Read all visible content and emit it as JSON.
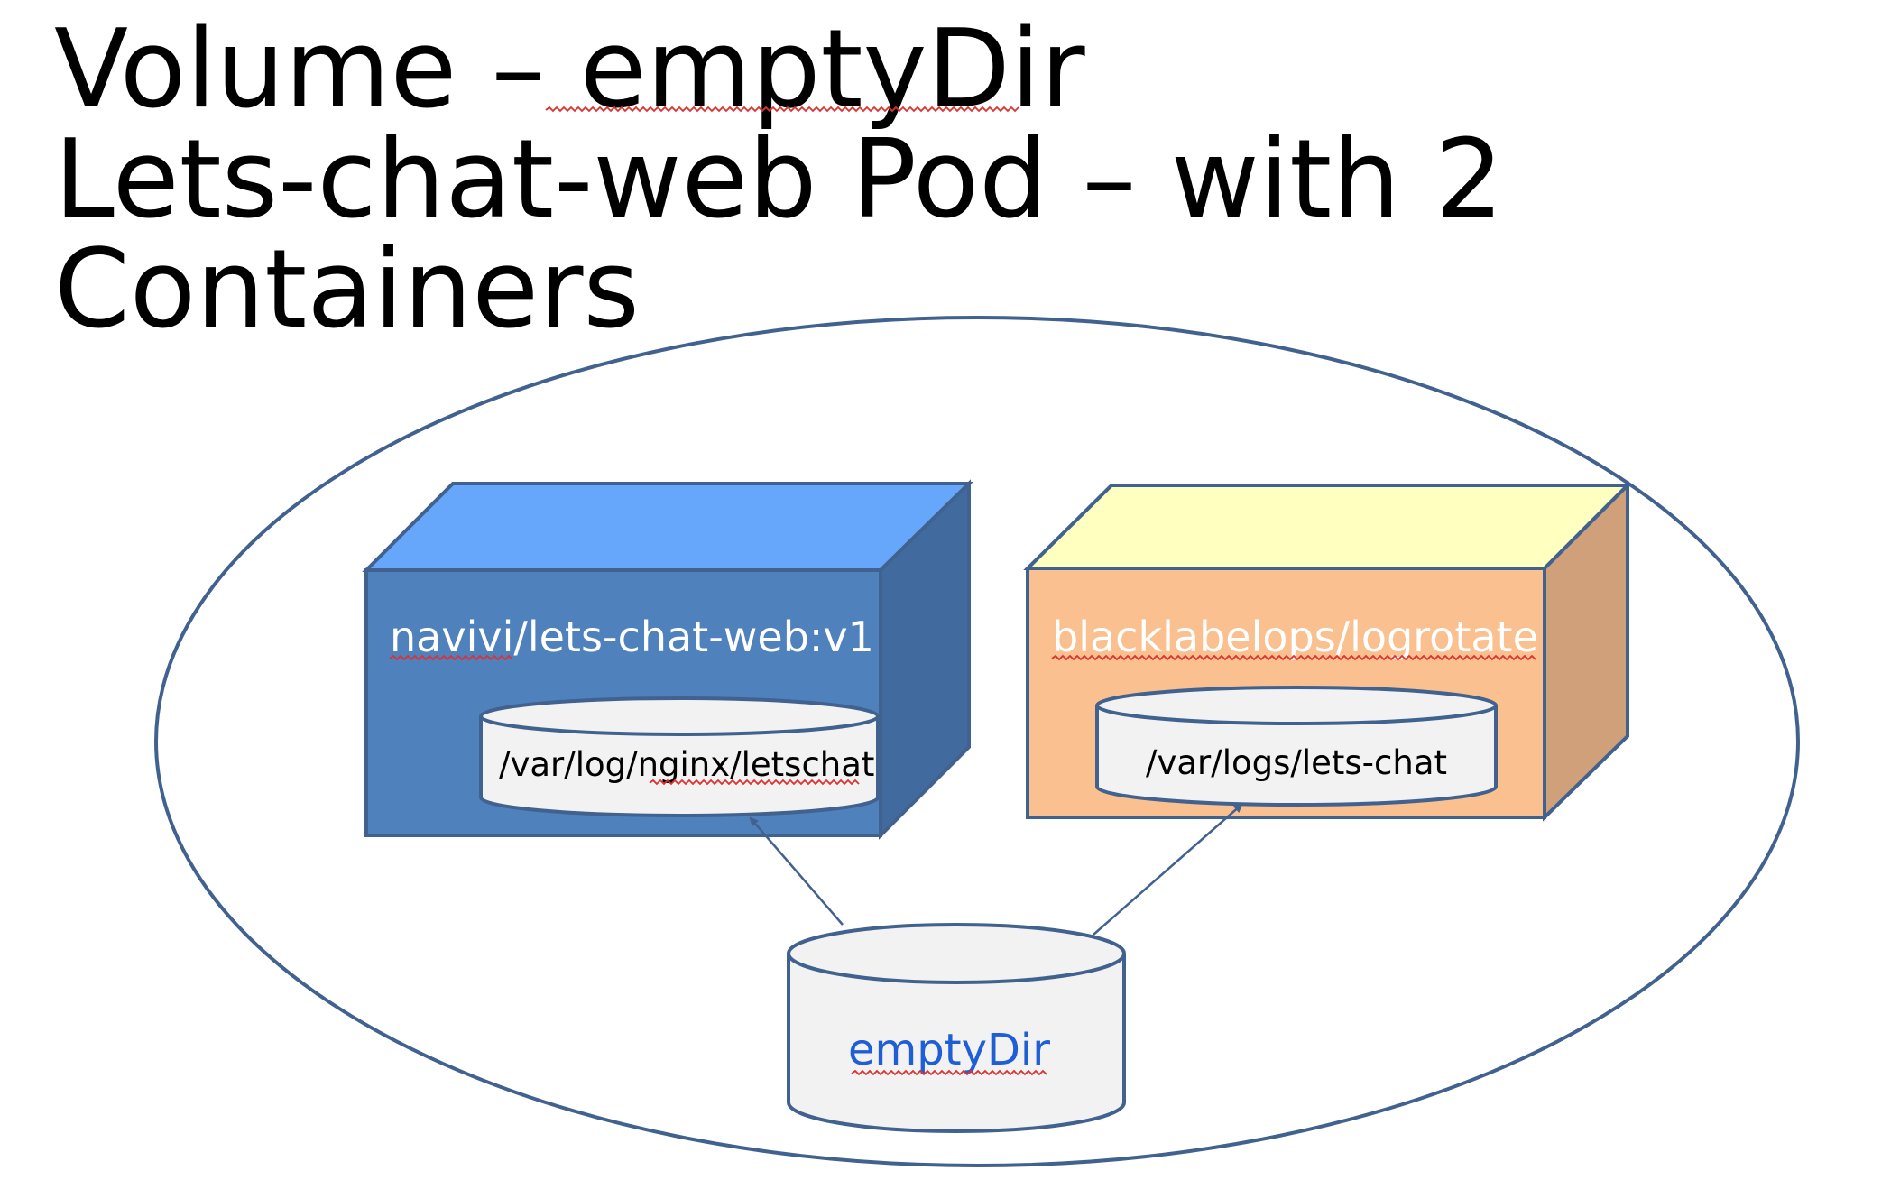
{
  "title": {
    "line1": "Volume – emptyDir",
    "line2": "Lets-chat-web Pod – with 2",
    "line3": "Containers"
  },
  "pod": {
    "outline_color": "#41628f"
  },
  "containers": [
    {
      "image": "navivi/lets-chat-web:v1",
      "mount_path": "/var/log/nginx/letschat",
      "front_color": "#4f81bd",
      "top_color": "#66a6fb",
      "side_color": "#416b9e"
    },
    {
      "image": "blacklabelops/logrotate",
      "mount_path": "/var/logs/lets-chat",
      "front_color": "#fac08f",
      "top_color": "#ffffc0",
      "side_color": "#cfa07a"
    }
  ],
  "volume": {
    "label": "emptyDir",
    "label_color": "#1f5fd6"
  },
  "colors": {
    "cylinder_fill": "#f2f2f2",
    "stroke": "#41628f",
    "spellcheck": "#e03030"
  },
  "icons": {
    "container_box": "3d-box-icon",
    "volume": "cylinder-icon"
  }
}
